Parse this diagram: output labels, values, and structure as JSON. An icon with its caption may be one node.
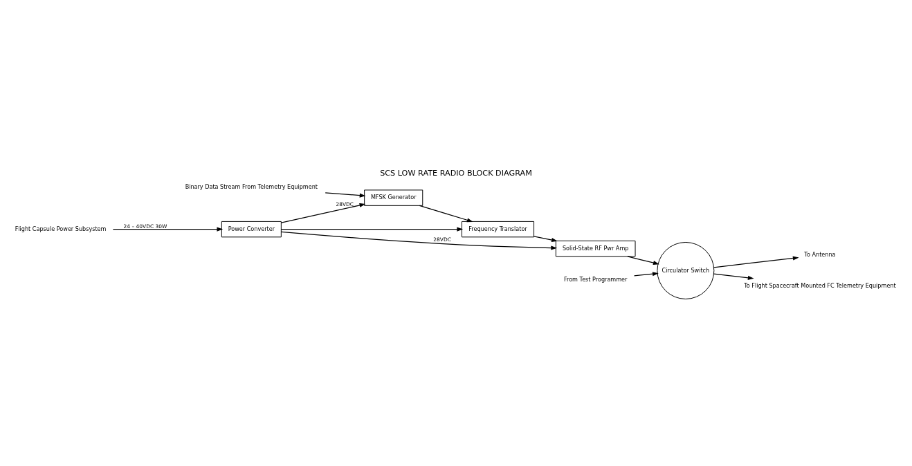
{
  "diagram": {
    "title": "SCS LOW RATE RADIO BLOCK DIAGRAM",
    "nodes": [
      {
        "text": [
          "Binary Data Stream From Telemetry Equipment"
        ]
      },
      {
        "text": [
          "MFSK Generator"
        ]
      },
      {
        "text": [
          "Frequency Translator"
        ]
      },
      {
        "text": [
          "Solid-State RF Pwr Amp"
        ]
      },
      {
        "text": [
          "Circulator Switch"
        ]
      },
      {
        "text": [
          "To Antenna"
        ]
      },
      {
        "text": [
          "To Flight Spacecraft Mounted FC Telemetry Equipment"
        ]
      },
      {
        "text": [
          "From Test Programmer"
        ]
      },
      {
        "text": [
          "Power Converter"
        ]
      },
      {
        "text": [
          "Flight Capsule Power Subsystem"
        ]
      }
    ],
    "edges": [
      {
        "from": 0,
        "to": 1,
        "arrow": "to"
      },
      {
        "from": 1,
        "to": 2,
        "arrow": "to"
      },
      {
        "from": 2,
        "to": 3,
        "arrow": "to"
      },
      {
        "from": 3,
        "to": 4,
        "arrow": "to"
      },
      {
        "from": 4,
        "to": 5,
        "arrow": "to"
      },
      {
        "from": 4,
        "to": 6,
        "arrow": "to"
      },
      {
        "from": 7,
        "to": 4,
        "arrow": "to"
      },
      {
        "from": 8,
        "to": 1,
        "label": "28VDC",
        "arrow": "to"
      },
      {
        "from": 8,
        "to": 2,
        "arrow": "to"
      },
      {
        "from": 8,
        "to": 3,
        "label": "28VDC",
        "arrow": "to"
      },
      {
        "from": 9,
        "to": 8,
        "label": "24 – 40VDC 30W",
        "arrow": "to"
      }
    ]
  }
}
